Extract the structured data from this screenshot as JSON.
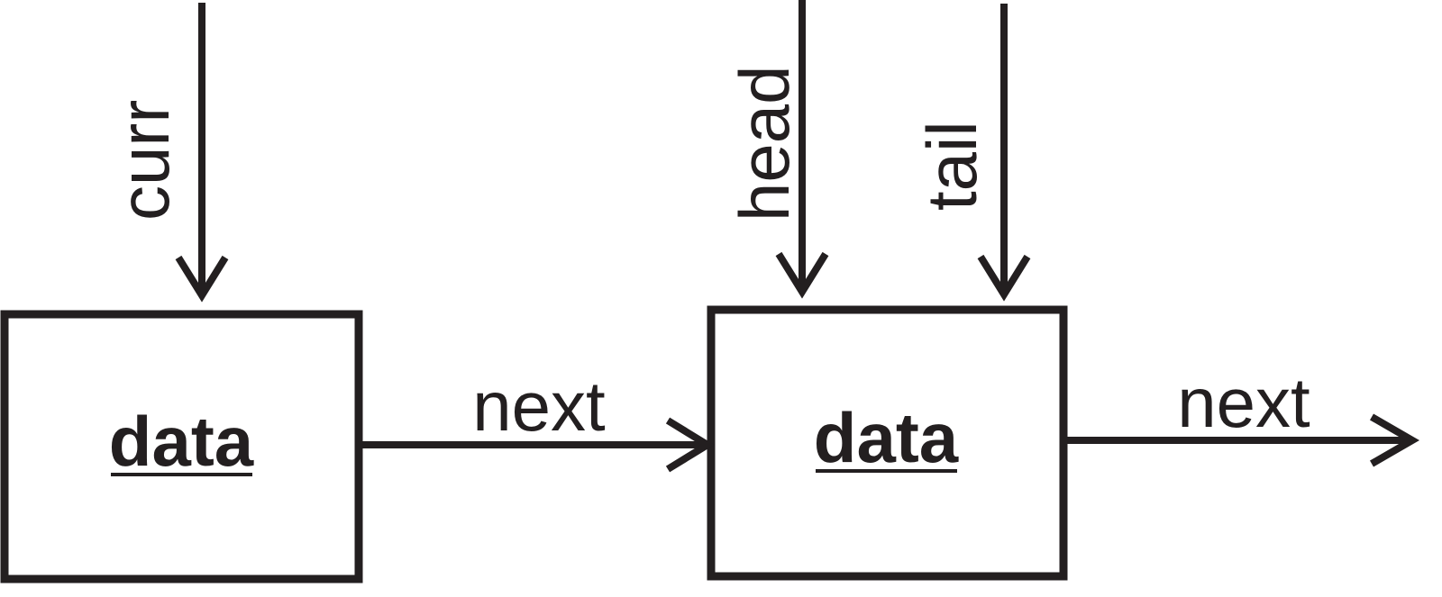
{
  "diagram": {
    "nodes": [
      {
        "label": "data"
      },
      {
        "label": "data"
      }
    ],
    "edges": [
      {
        "label": "next"
      },
      {
        "label": "next"
      }
    ],
    "pointers": [
      {
        "label": "curr"
      },
      {
        "label": "head"
      },
      {
        "label": "tail"
      }
    ]
  },
  "colors": {
    "ink": "#231f20",
    "background": "#ffffff"
  }
}
